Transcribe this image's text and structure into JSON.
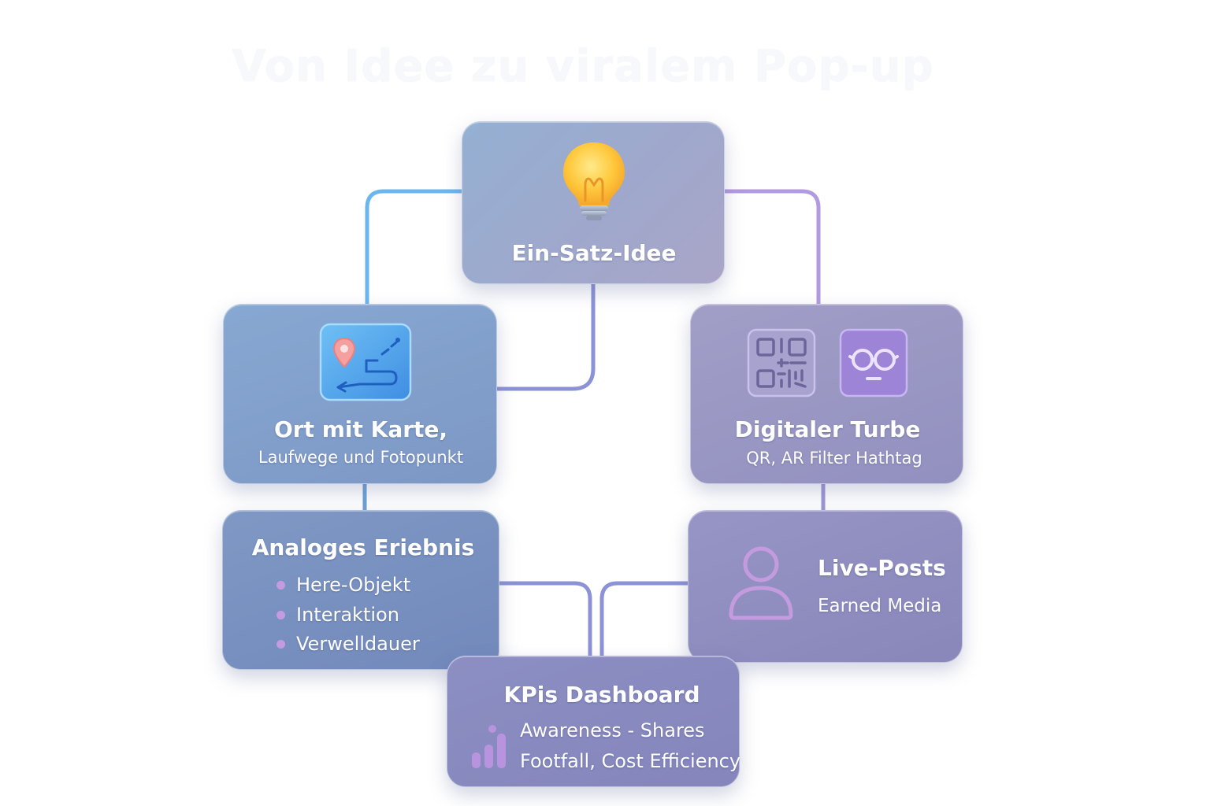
{
  "title": "Von Idee zu viralem Pop-up",
  "nodes": {
    "idea": {
      "label": "Ein-Satz-Idee",
      "icon": "lightbulb-icon"
    },
    "location": {
      "label": "Ort mit Karte,",
      "sublabel": "Laufwege und Fotopunkt",
      "icon": "map-route-icon"
    },
    "digital": {
      "label": "Digitaler Turbe",
      "sublabel": "QR, AR Filter  Hathtag",
      "icons": [
        "qr-code-icon",
        "ar-glasses-icon"
      ]
    },
    "analog": {
      "label": "Analoges Eriebnis",
      "items": [
        "Here-Objekt",
        "Interaktion",
        "Verwelldauer"
      ]
    },
    "live": {
      "label": "Live-Posts",
      "sublabel": "Earned Media",
      "icon": "user-icon"
    },
    "kpi": {
      "label": "KPis Dashboard",
      "line1": "Awareness - Shares",
      "line2": "Footfall,  Cost Efficiency",
      "icon": "bar-chart-icon"
    }
  },
  "colors": {
    "connector_blue": "#6cb6ee",
    "connector_purple": "#b29ae0",
    "connector_indigo": "#8c92d6",
    "bullet": "#c59be0"
  }
}
